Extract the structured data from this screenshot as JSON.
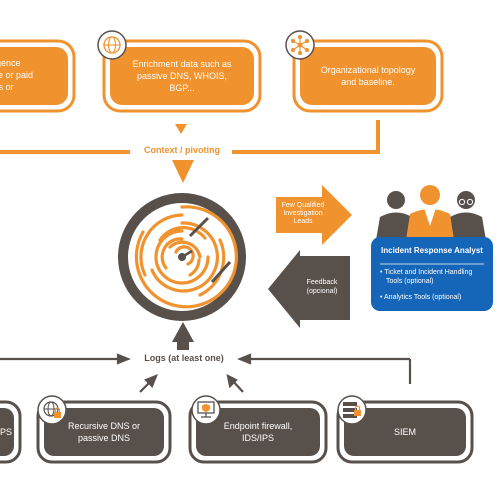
{
  "colors": {
    "orange": "#f0922e",
    "dark": "#58504b",
    "blue": "#1565b8",
    "white": "#ffffff"
  },
  "top_boxes": [
    {
      "label_lines": [
        "lligence",
        "ree or paid",
        "IPs or"
      ]
    },
    {
      "icon": "globe-icon",
      "label_lines": [
        "Enrichment data such as",
        "passive DNS, WHOIS,",
        "BGP..."
      ]
    },
    {
      "icon": "network-icon",
      "label_lines": [
        "Organizational topology",
        "and baseline."
      ]
    }
  ],
  "context_label": "Context / pivoting",
  "center_icon": "maze-icon",
  "leads_arrow_lines": [
    "Few Qualified",
    "Investigation",
    "Leads"
  ],
  "feedback_arrow_lines": [
    "Feedback",
    "(opcional)"
  ],
  "analyst": {
    "title": "Incident Response Analyst",
    "items": [
      [
        "Ticket and Incident Handling",
        "Tools (optional)"
      ],
      [
        "Analytics Tools (optional)"
      ]
    ]
  },
  "logs_label": "Logs (at least one)",
  "bottom_boxes": [
    {
      "label_lines": [
        "PS"
      ]
    },
    {
      "icon": "secure-globe-icon",
      "label_lines": [
        "Recursive DNS or",
        "passive DNS"
      ]
    },
    {
      "icon": "monitor-shield-icon",
      "label_lines": [
        "Endpoint firewall,",
        "IDS/IPS"
      ]
    },
    {
      "icon": "server-lock-icon",
      "label_lines": [
        "SIEM"
      ]
    }
  ]
}
